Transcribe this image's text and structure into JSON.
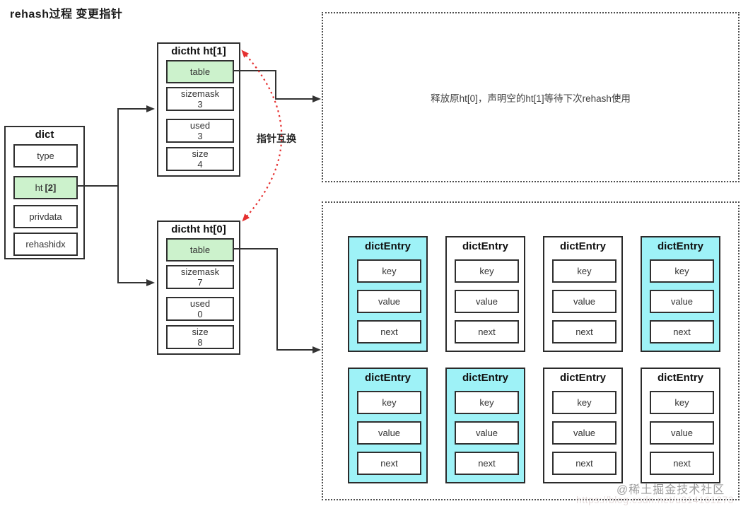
{
  "title": "rehash过程 变更指针",
  "dict": {
    "title": "dict",
    "fields": [
      {
        "label": "type",
        "highlighted": false
      },
      {
        "label": "ht",
        "bold_suffix": "[2]",
        "highlighted": true
      },
      {
        "label": "privdata",
        "highlighted": false
      },
      {
        "label": "rehashidx",
        "highlighted": false
      }
    ]
  },
  "ht1": {
    "title": "dictht ht[1]",
    "table_label": "table",
    "fields": [
      {
        "label": "sizemask",
        "value": "3"
      },
      {
        "label": "used",
        "value": "3"
      },
      {
        "label": "size",
        "value": "4"
      }
    ]
  },
  "ht0": {
    "title": "dictht ht[0]",
    "table_label": "table",
    "fields": [
      {
        "label": "sizemask",
        "value": "7"
      },
      {
        "label": "used",
        "value": "0"
      },
      {
        "label": "size",
        "value": "8"
      }
    ]
  },
  "swap_label": "指针互换",
  "note_box": {
    "text": "释放原ht[0]，声明空的ht[1]等待下次rehash使用"
  },
  "entries": {
    "title": "dictEntry",
    "fields": [
      "key",
      "value",
      "next"
    ],
    "items": [
      {
        "highlighted": true
      },
      {
        "highlighted": false
      },
      {
        "highlighted": false
      },
      {
        "highlighted": true
      },
      {
        "highlighted": true
      },
      {
        "highlighted": true
      },
      {
        "highlighted": false
      },
      {
        "highlighted": false
      }
    ]
  },
  "watermark": {
    "text": "@稀土掘金技术社区",
    "url": "https://blog.csdn.net/u014161273"
  },
  "colors": {
    "green_highlight": "#ccf2cc",
    "cyan_highlight": "#9ef2f7",
    "arrow": "#333333",
    "red_pointer": "#e53030",
    "border": "#2f2f2f"
  }
}
